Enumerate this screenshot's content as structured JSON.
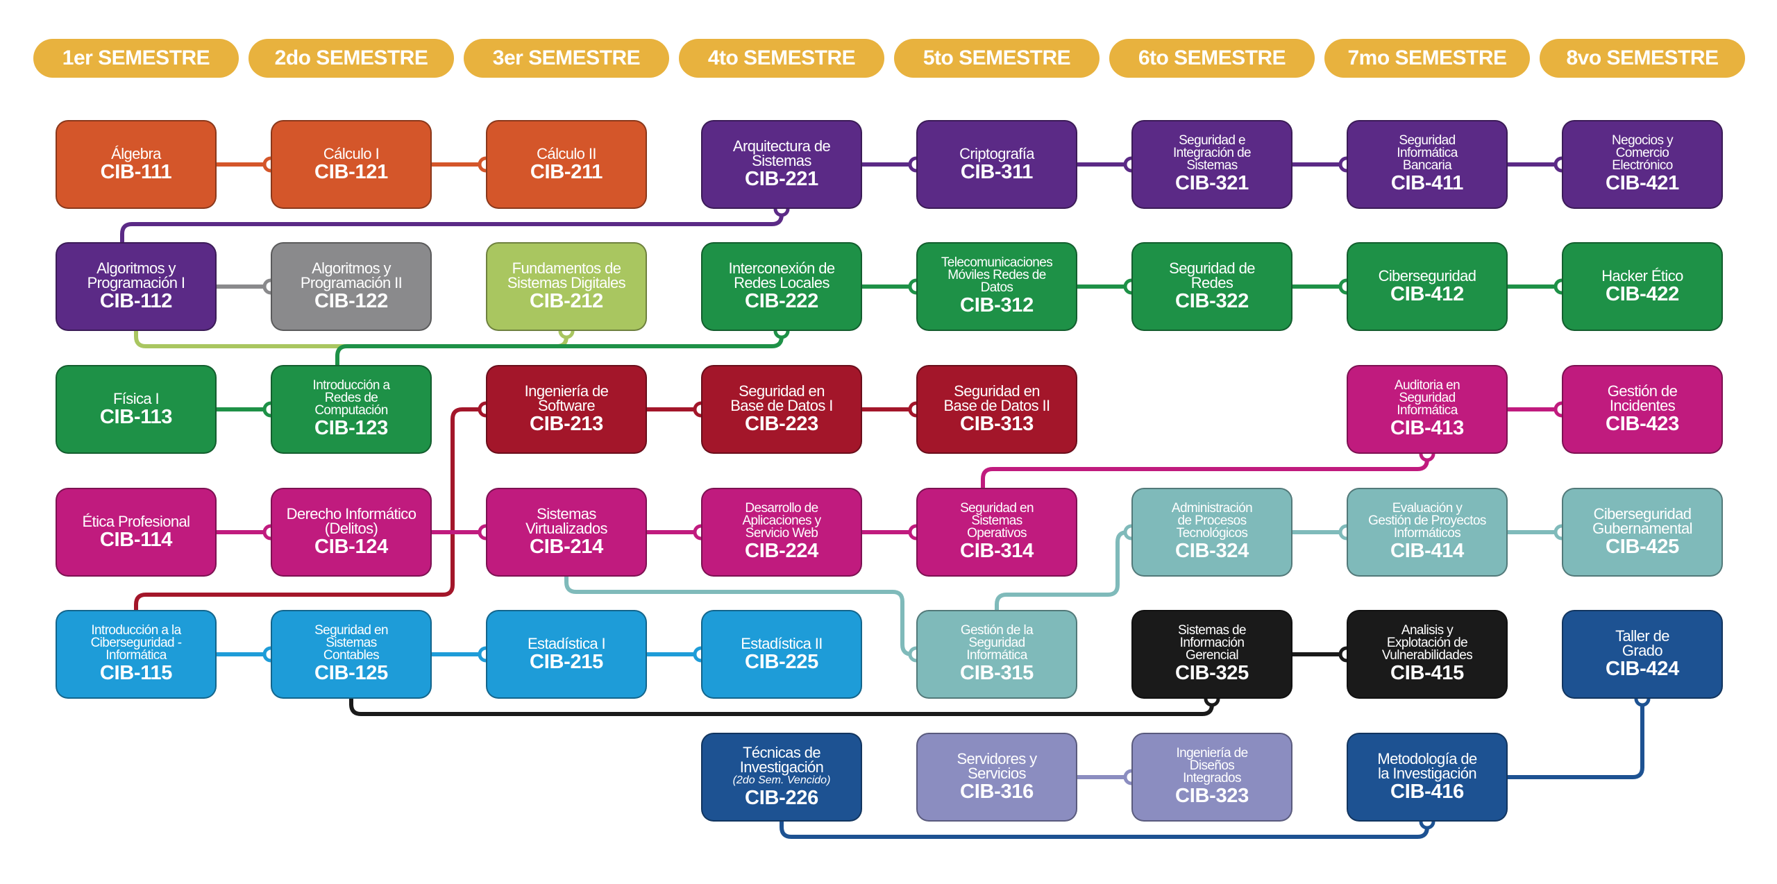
{
  "semesters": [
    "1er SEMESTRE",
    "2do SEMESTRE",
    "3er SEMESTRE",
    "4to SEMESTRE",
    "5to SEMESTRE",
    "6to SEMESTRE",
    "7mo SEMESTRE",
    "8vo SEMESTRE"
  ],
  "colors": {
    "header": "#E8B23E",
    "orange": "#D4562A",
    "purple": "#5B2A86",
    "gray": "#8A8A8C",
    "lightgreen": "#A9C660",
    "green": "#1E9147",
    "crimson": "#A3162A",
    "magenta": "#C01B7E",
    "teal": "#7FBABA",
    "blue": "#1E9CD8",
    "navy": "#1D5292",
    "black": "#1A1A1A",
    "lavender": "#8B8DC0"
  },
  "courses": [
    {
      "id": "CIB-111",
      "name": "Álgebra",
      "code": "CIB-111",
      "col": 0,
      "row": 0,
      "color": "orange"
    },
    {
      "id": "CIB-121",
      "name": "Cálculo I",
      "code": "CIB-121",
      "col": 1,
      "row": 0,
      "color": "orange"
    },
    {
      "id": "CIB-211",
      "name": "Cálculo II",
      "code": "CIB-211",
      "col": 2,
      "row": 0,
      "color": "orange"
    },
    {
      "id": "CIB-221",
      "name": "Arquitectura de\nSistemas",
      "code": "CIB-221",
      "col": 3,
      "row": 0,
      "color": "purple"
    },
    {
      "id": "CIB-311",
      "name": "Criptografía",
      "code": "CIB-311",
      "col": 4,
      "row": 0,
      "color": "purple"
    },
    {
      "id": "CIB-321",
      "name": "Seguridad e\nIntegración de\nSistemas",
      "code": "CIB-321",
      "col": 5,
      "row": 0,
      "color": "purple",
      "small": true
    },
    {
      "id": "CIB-411",
      "name": "Seguridad\nInformática\nBancaria",
      "code": "CIB-411",
      "col": 6,
      "row": 0,
      "color": "purple",
      "small": true
    },
    {
      "id": "CIB-421",
      "name": "Negocios y\nComercio\nElectrónico",
      "code": "CIB-421",
      "col": 7,
      "row": 0,
      "color": "purple",
      "small": true
    },
    {
      "id": "CIB-112",
      "name": "Algoritmos y\nProgramación I",
      "code": "CIB-112",
      "col": 0,
      "row": 1,
      "color": "purple"
    },
    {
      "id": "CIB-122",
      "name": "Algoritmos y\nProgramación II",
      "code": "CIB-122",
      "col": 1,
      "row": 1,
      "color": "gray"
    },
    {
      "id": "CIB-212",
      "name": "Fundamentos de\nSistemas Digitales",
      "code": "CIB-212",
      "col": 2,
      "row": 1,
      "color": "lightgreen"
    },
    {
      "id": "CIB-222",
      "name": "Interconexión de\nRedes Locales",
      "code": "CIB-222",
      "col": 3,
      "row": 1,
      "color": "green"
    },
    {
      "id": "CIB-312",
      "name": "Telecomunicaciones\nMóviles Redes de\nDatos",
      "code": "CIB-312",
      "col": 4,
      "row": 1,
      "color": "green",
      "small": true
    },
    {
      "id": "CIB-322",
      "name": "Seguridad de\nRedes",
      "code": "CIB-322",
      "col": 5,
      "row": 1,
      "color": "green"
    },
    {
      "id": "CIB-412",
      "name": "Ciberseguridad",
      "code": "CIB-412",
      "col": 6,
      "row": 1,
      "color": "green"
    },
    {
      "id": "CIB-422",
      "name": "Hacker Ético",
      "code": "CIB-422",
      "col": 7,
      "row": 1,
      "color": "green"
    },
    {
      "id": "CIB-113",
      "name": "Física I",
      "code": "CIB-113",
      "col": 0,
      "row": 2,
      "color": "green"
    },
    {
      "id": "CIB-123",
      "name": "Introducción a\nRedes de\nComputación",
      "code": "CIB-123",
      "col": 1,
      "row": 2,
      "color": "green",
      "small": true
    },
    {
      "id": "CIB-213",
      "name": "Ingeniería de\nSoftware",
      "code": "CIB-213",
      "col": 2,
      "row": 2,
      "color": "crimson"
    },
    {
      "id": "CIB-223",
      "name": "Seguridad en\nBase de Datos I",
      "code": "CIB-223",
      "col": 3,
      "row": 2,
      "color": "crimson"
    },
    {
      "id": "CIB-313",
      "name": "Seguridad en\nBase de Datos II",
      "code": "CIB-313",
      "col": 4,
      "row": 2,
      "color": "crimson"
    },
    {
      "id": "CIB-413",
      "name": "Auditoria en\nSeguridad\nInformática",
      "code": "CIB-413",
      "col": 6,
      "row": 2,
      "color": "magenta",
      "small": true
    },
    {
      "id": "CIB-423",
      "name": "Gestión de\nIncidentes",
      "code": "CIB-423",
      "col": 7,
      "row": 2,
      "color": "magenta"
    },
    {
      "id": "CIB-114",
      "name": "Ética Profesional",
      "code": "CIB-114",
      "col": 0,
      "row": 3,
      "color": "magenta"
    },
    {
      "id": "CIB-124",
      "name": "Derecho Informático\n(Delitos)",
      "code": "CIB-124",
      "col": 1,
      "row": 3,
      "color": "magenta"
    },
    {
      "id": "CIB-214",
      "name": "Sistemas\nVirtualizados",
      "code": "CIB-214",
      "col": 2,
      "row": 3,
      "color": "magenta"
    },
    {
      "id": "CIB-224",
      "name": "Desarrollo de\nAplicaciones y\nServicio Web",
      "code": "CIB-224",
      "col": 3,
      "row": 3,
      "color": "magenta",
      "small": true
    },
    {
      "id": "CIB-314",
      "name": "Seguridad en\nSistemas\nOperativos",
      "code": "CIB-314",
      "col": 4,
      "row": 3,
      "color": "magenta",
      "small": true
    },
    {
      "id": "CIB-324",
      "name": "Administración\nde Procesos\nTecnológicos",
      "code": "CIB-324",
      "col": 5,
      "row": 3,
      "color": "teal",
      "small": true
    },
    {
      "id": "CIB-414",
      "name": "Evaluación y\nGestión de Proyectos\nInformáticos",
      "code": "CIB-414",
      "col": 6,
      "row": 3,
      "color": "teal",
      "small": true
    },
    {
      "id": "CIB-425",
      "name": "Ciberseguridad\nGubernamental",
      "code": "CIB-425",
      "col": 7,
      "row": 3,
      "color": "teal"
    },
    {
      "id": "CIB-115",
      "name": "Introducción a la\nCiberseguridad -\nInformática",
      "code": "CIB-115",
      "col": 0,
      "row": 4,
      "color": "blue",
      "small": true
    },
    {
      "id": "CIB-125",
      "name": "Seguridad en\nSistemas\nContables",
      "code": "CIB-125",
      "col": 1,
      "row": 4,
      "color": "blue",
      "small": true
    },
    {
      "id": "CIB-215",
      "name": "Estadística I",
      "code": "CIB-215",
      "col": 2,
      "row": 4,
      "color": "blue"
    },
    {
      "id": "CIB-225",
      "name": "Estadística II",
      "code": "CIB-225",
      "col": 3,
      "row": 4,
      "color": "blue"
    },
    {
      "id": "CIB-315",
      "name": "Gestión de la\nSeguridad\nInformática",
      "code": "CIB-315",
      "col": 4,
      "row": 4,
      "color": "teal",
      "small": true
    },
    {
      "id": "CIB-325",
      "name": "Sistemas de\nInformación\nGerencial",
      "code": "CIB-325",
      "col": 5,
      "row": 4,
      "color": "black",
      "small": true
    },
    {
      "id": "CIB-415",
      "name": "Analisis y\nExplotación de\nVulnerabilidades",
      "code": "CIB-415",
      "col": 6,
      "row": 4,
      "color": "black",
      "small": true
    },
    {
      "id": "CIB-424",
      "name": "Taller de\nGrado",
      "code": "CIB-424",
      "col": 7,
      "row": 4,
      "color": "navy"
    },
    {
      "id": "CIB-226",
      "name": "Técnicas de\nInvestigación",
      "note": "(2do Sem. Vencido)",
      "code": "CIB-226",
      "col": 3,
      "row": 5,
      "color": "navy"
    },
    {
      "id": "CIB-316",
      "name": "Servidores y\nServicios",
      "code": "CIB-316",
      "col": 4,
      "row": 5,
      "color": "lavender"
    },
    {
      "id": "CIB-323",
      "name": "Ingeniería de\nDiseños\nIntegrados",
      "code": "CIB-323",
      "col": 5,
      "row": 5,
      "color": "lavender",
      "small": true
    },
    {
      "id": "CIB-416",
      "name": "Metodología de\nla Investigación",
      "code": "CIB-416",
      "col": 6,
      "row": 5,
      "color": "navy"
    }
  ],
  "links": [
    {
      "from": "CIB-111",
      "to": "CIB-121",
      "color": "orange"
    },
    {
      "from": "CIB-121",
      "to": "CIB-211",
      "color": "orange"
    },
    {
      "from": "CIB-221",
      "to": "CIB-311",
      "color": "purple"
    },
    {
      "from": "CIB-311",
      "to": "CIB-321",
      "color": "purple"
    },
    {
      "from": "CIB-321",
      "to": "CIB-411",
      "color": "purple"
    },
    {
      "from": "CIB-411",
      "to": "CIB-421",
      "color": "purple"
    },
    {
      "from": "CIB-112",
      "to": "CIB-221",
      "color": "purple",
      "route": "up"
    },
    {
      "from": "CIB-112",
      "to": "CIB-122",
      "color": "gray"
    },
    {
      "from": "CIB-112",
      "to": "CIB-212",
      "color": "lightgreen",
      "route": "down"
    },
    {
      "from": "CIB-222",
      "to": "CIB-312",
      "color": "green"
    },
    {
      "from": "CIB-312",
      "to": "CIB-322",
      "color": "green"
    },
    {
      "from": "CIB-322",
      "to": "CIB-412",
      "color": "green"
    },
    {
      "from": "CIB-412",
      "to": "CIB-422",
      "color": "green"
    },
    {
      "from": "CIB-123",
      "to": "CIB-222",
      "color": "green",
      "route": "up"
    },
    {
      "from": "CIB-113",
      "to": "CIB-123",
      "color": "green"
    },
    {
      "from": "CIB-213",
      "to": "CIB-223",
      "color": "crimson"
    },
    {
      "from": "CIB-223",
      "to": "CIB-313",
      "color": "crimson"
    },
    {
      "from": "CIB-115",
      "to": "CIB-213",
      "color": "crimson",
      "route": "upcross"
    },
    {
      "from": "CIB-413",
      "to": "CIB-423",
      "color": "magenta"
    },
    {
      "from": "CIB-314",
      "to": "CIB-413",
      "color": "magenta",
      "route": "up"
    },
    {
      "from": "CIB-114",
      "to": "CIB-124",
      "color": "magenta"
    },
    {
      "from": "CIB-124",
      "to": "CIB-214",
      "color": "magenta"
    },
    {
      "from": "CIB-214",
      "to": "CIB-224",
      "color": "magenta"
    },
    {
      "from": "CIB-224",
      "to": "CIB-314",
      "color": "magenta"
    },
    {
      "from": "CIB-324",
      "to": "CIB-414",
      "color": "teal"
    },
    {
      "from": "CIB-414",
      "to": "CIB-425",
      "color": "teal"
    },
    {
      "from": "CIB-214",
      "to": "CIB-315",
      "color": "teal",
      "route": "downleft"
    },
    {
      "from": "CIB-315",
      "to": "CIB-324",
      "color": "teal",
      "route": "upright"
    },
    {
      "from": "CIB-115",
      "to": "CIB-125",
      "color": "blue"
    },
    {
      "from": "CIB-125",
      "to": "CIB-215",
      "color": "blue"
    },
    {
      "from": "CIB-215",
      "to": "CIB-225",
      "color": "blue"
    },
    {
      "from": "CIB-325",
      "to": "CIB-415",
      "color": "black"
    },
    {
      "from": "CIB-125",
      "to": "CIB-325",
      "color": "black",
      "route": "down"
    },
    {
      "from": "CIB-316",
      "to": "CIB-323",
      "color": "lavender"
    },
    {
      "from": "CIB-226",
      "to": "CIB-416",
      "color": "navy",
      "route": "down"
    },
    {
      "from": "CIB-416",
      "to": "CIB-424",
      "color": "navy",
      "route": "rightup"
    }
  ]
}
